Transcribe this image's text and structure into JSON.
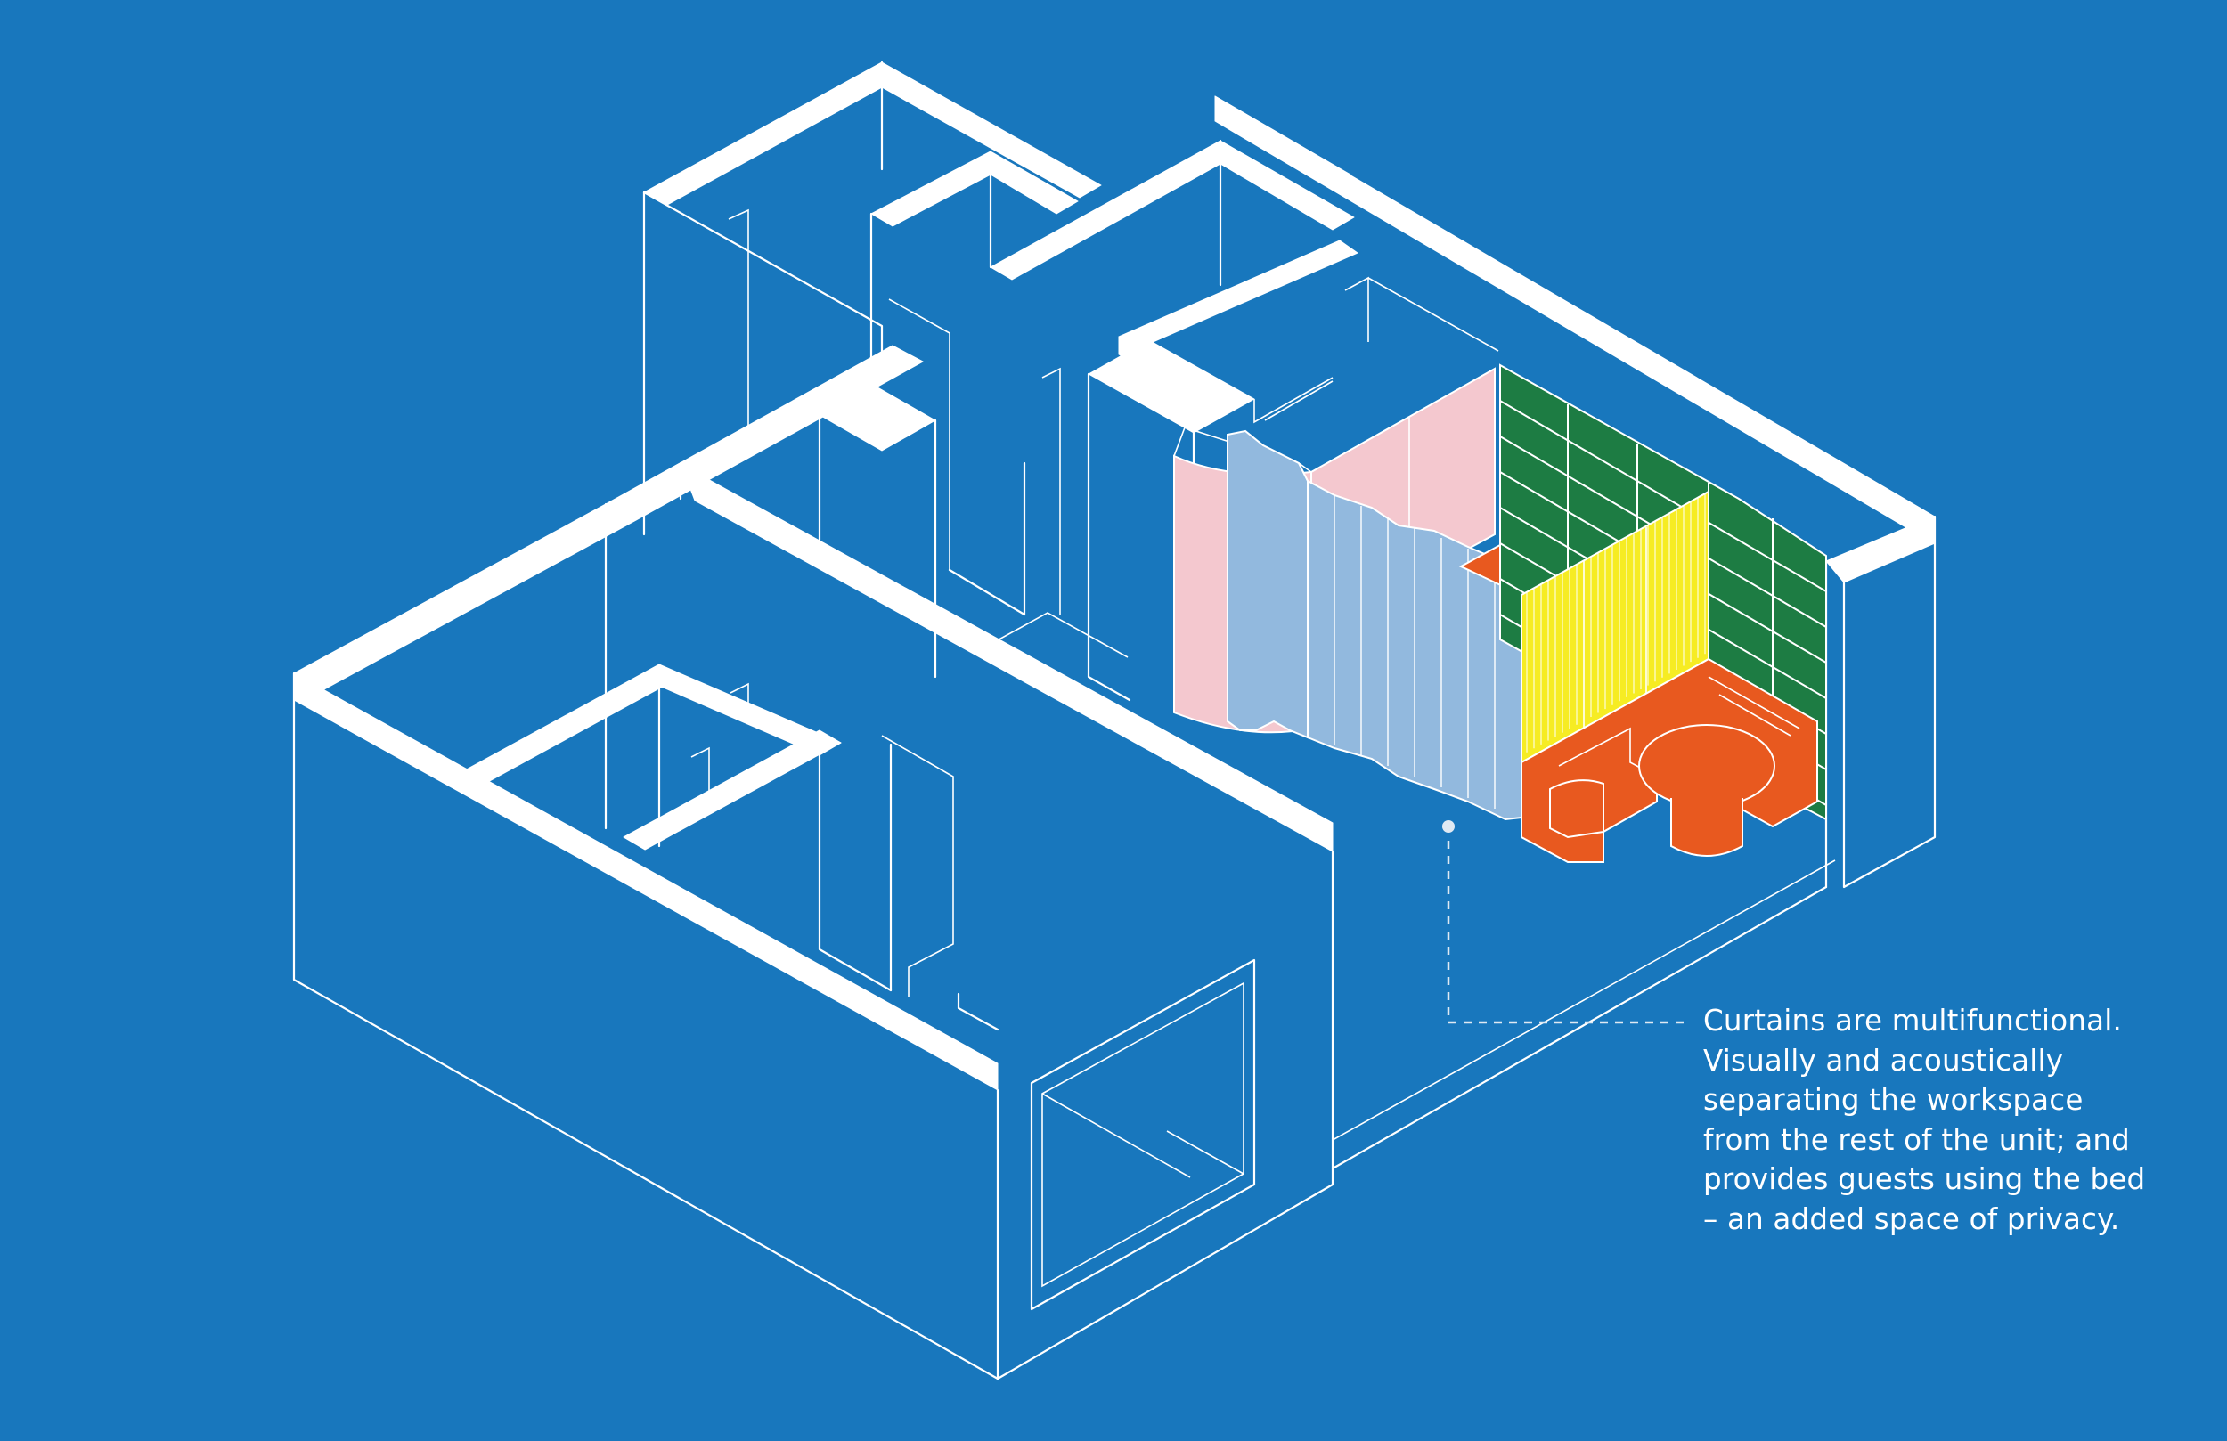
{
  "annotation": {
    "lines": [
      "Curtains are multifunctional.",
      "Visually and acoustically",
      "separating the workspace",
      "from the rest of the unit; and",
      "provides guests using the bed",
      "– an added space of privacy."
    ]
  },
  "colors": {
    "background": "#1877bd",
    "wall": "#ffffff",
    "curtain_pink": "#f4c8cf",
    "curtain_blue": "#92b9de",
    "shelf_green": "#1d7c43",
    "panel_yellow": "#f6ec23",
    "bench_orange": "#e8591f"
  },
  "icons": {
    "leader_dot": "dot-marker",
    "leader_line": "dashed-leader-line"
  }
}
